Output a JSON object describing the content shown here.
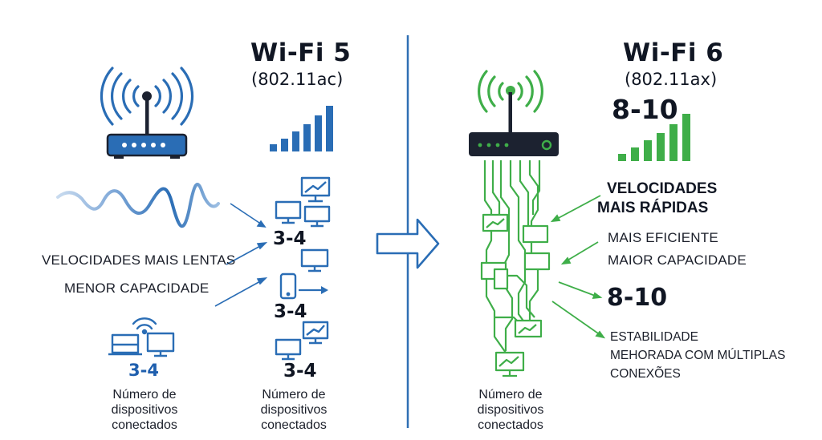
{
  "colors": {
    "blue": "#2a6db5",
    "green": "#3fae49",
    "dark": "#1c2230",
    "divider": "#2f6fb3"
  },
  "icons": [
    "router-icon",
    "wifi-signal-icon",
    "signal-bars-icon",
    "monitor-icon",
    "tablet-icon",
    "laptop-icon",
    "wave-icon",
    "arrow-right-icon"
  ],
  "wifi5": {
    "title": "Wi-Fi 5",
    "standard": "(802.11ac)",
    "label_speed": "VELOCIDADES MAIS LENTAS",
    "label_capacity": "MENOR CAPACIDADE",
    "count_a": "3-4",
    "count_b": "3-4",
    "count_c": "3-4",
    "count_d": "3-4",
    "caption_left": "Número de dispositivos conectados",
    "caption_right": "Número de dispositivos conectados"
  },
  "wifi6": {
    "title": "Wi-Fi 6",
    "standard": "(802.11ax)",
    "count_top": "8-10",
    "label_speed_1": "VELOCIDADES",
    "label_speed_2": "MAIS RÁPIDAS",
    "label_efficient": "MAIS EFICIENTE",
    "label_capacity": "MAIOR CAPACIDADE",
    "count_mid": "8-10",
    "label_stability_1": "ESTABILIDADE",
    "label_stability_2": "MEHORADA COM MÚLTIPLAS",
    "label_stability_3": "CONEXÕES",
    "caption": "Número de dispositivos conectados"
  }
}
